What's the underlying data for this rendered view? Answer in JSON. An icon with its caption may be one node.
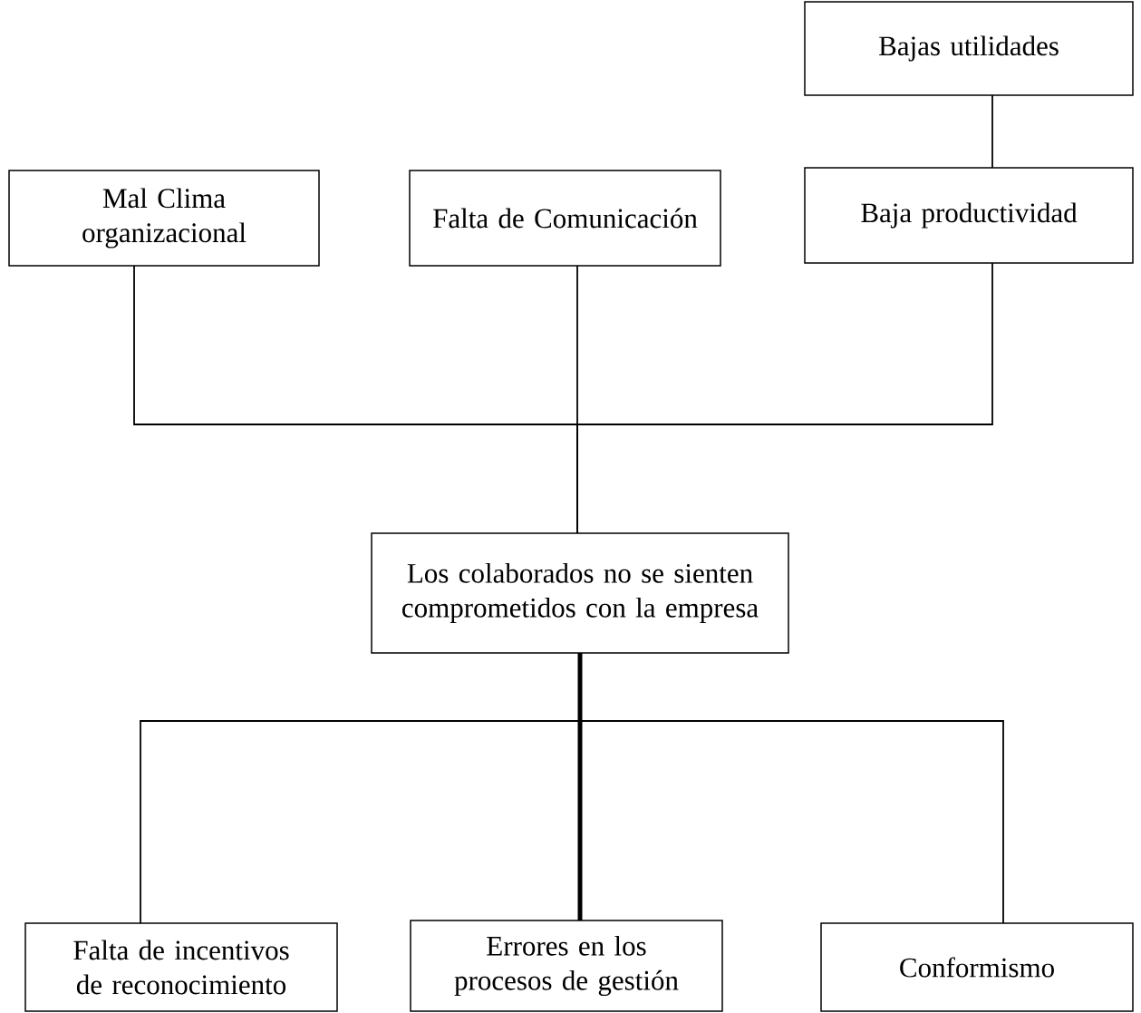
{
  "diagram": {
    "nodes": [
      {
        "text": [
          "Bajas utilidades"
        ]
      },
      {
        "text": [
          "Mal Clima organizacional"
        ]
      },
      {
        "text": [
          "Falta de Comunicación"
        ]
      },
      {
        "text": [
          "Baja productividad"
        ]
      },
      {
        "text": [
          "Los colaborados no se sienten comprometidos con la empresa"
        ]
      },
      {
        "text": [
          "Falta de incentivos de reconocimiento"
        ]
      },
      {
        "text": [
          "Errores en los procesos de gestión"
        ]
      },
      {
        "text": [
          "Conformismo"
        ]
      }
    ],
    "edges": [
      {
        "from": 0,
        "to": 3,
        "arrow": "none"
      },
      {
        "from": 1,
        "to": 4,
        "arrow": "none"
      },
      {
        "from": 2,
        "to": 4,
        "arrow": "none"
      },
      {
        "from": 3,
        "to": 4,
        "arrow": "none"
      },
      {
        "from": 4,
        "to": 5,
        "arrow": "none"
      },
      {
        "from": 4,
        "to": 6,
        "arrow": "none",
        "style": "thick"
      },
      {
        "from": 4,
        "to": 7,
        "arrow": "none"
      }
    ]
  }
}
